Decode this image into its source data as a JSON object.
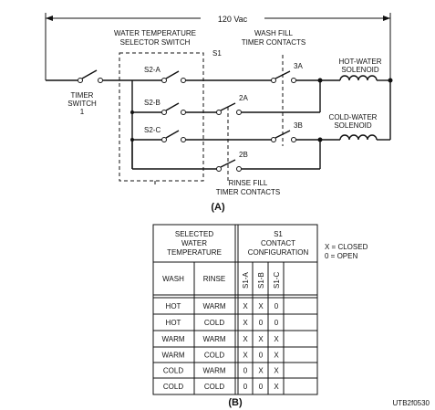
{
  "circuit": {
    "supply_label": "120 Vac",
    "selector_title_1": "WATER TEMPERATURE",
    "selector_title_2": "SELECTOR SWITCH",
    "s1_label": "S1",
    "wash_fill_1": "WASH FILL",
    "wash_fill_2": "TIMER CONTACTS",
    "timer_1": "TIMER",
    "timer_2": "SWITCH",
    "timer_3": "1",
    "s2a": "S2-A",
    "s2b": "S2-B",
    "s2c": "S2-C",
    "c3a": "3A",
    "c2a": "2A",
    "c3b": "3B",
    "c2b": "2B",
    "hot_sol_1": "HOT-WATER",
    "hot_sol_2": "SOLENOID",
    "cold_sol_1": "COLD-WATER",
    "cold_sol_2": "SOLENOID",
    "rinse_1": "RINSE FILL",
    "rinse_2": "TIMER CONTACTS",
    "caption": "(A)"
  },
  "table": {
    "h_selected_1": "SELECTED",
    "h_selected_2": "WATER",
    "h_selected_3": "TEMPERATURE",
    "h_s1": "S1",
    "h_contact": "CONTACT",
    "h_config": "CONFIGURATION",
    "col_wash": "WASH",
    "col_rinse": "RINSE",
    "col_s1a": "S1-A",
    "col_s1b": "S1-B",
    "col_s1c": "S1-C",
    "rows": [
      {
        "wash": "HOT",
        "rinse": "WARM",
        "a": "X",
        "b": "X",
        "c": "0"
      },
      {
        "wash": "HOT",
        "rinse": "COLD",
        "a": "X",
        "b": "0",
        "c": "0"
      },
      {
        "wash": "WARM",
        "rinse": "WARM",
        "a": "X",
        "b": "X",
        "c": "X"
      },
      {
        "wash": "WARM",
        "rinse": "COLD",
        "a": "X",
        "b": "0",
        "c": "X"
      },
      {
        "wash": "COLD",
        "rinse": "WARM",
        "a": "0",
        "b": "X",
        "c": "X"
      },
      {
        "wash": "COLD",
        "rinse": "COLD",
        "a": "0",
        "b": "0",
        "c": "X"
      }
    ],
    "legend_closed": "X = CLOSED",
    "legend_open": "0 = OPEN",
    "caption": "(B)",
    "figure_id": "UTB2f0530"
  }
}
